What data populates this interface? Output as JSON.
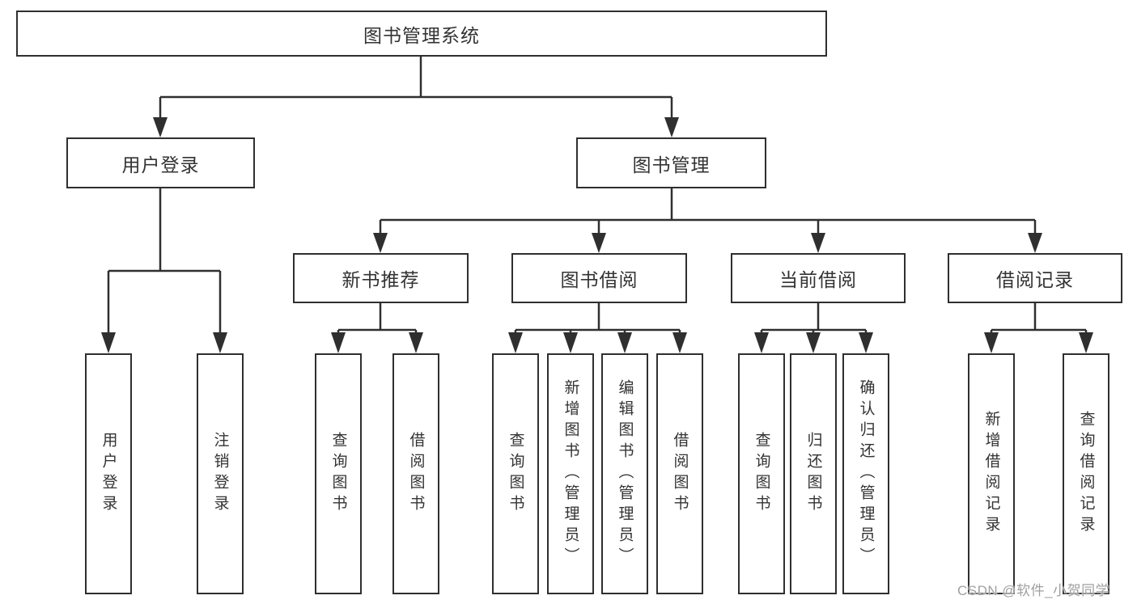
{
  "diagram": {
    "type": "hierarchy-tree",
    "root": {
      "label": "图书管理系统",
      "children": [
        {
          "label": "用户登录",
          "children": [
            {
              "label": "用户登录"
            },
            {
              "label": "注销登录"
            }
          ]
        },
        {
          "label": "图书管理",
          "children": [
            {
              "label": "新书推荐",
              "children": [
                {
                  "label": "查询图书"
                },
                {
                  "label": "借阅图书"
                }
              ]
            },
            {
              "label": "图书借阅",
              "children": [
                {
                  "label": "查询图书"
                },
                {
                  "label": "新增图书（管理员）"
                },
                {
                  "label": "编辑图书（管理员）"
                },
                {
                  "label": "借阅图书"
                }
              ]
            },
            {
              "label": "当前借阅",
              "children": [
                {
                  "label": "查询图书"
                },
                {
                  "label": "归还图书"
                },
                {
                  "label": "确认归还（管理员）"
                }
              ]
            },
            {
              "label": "借阅记录",
              "children": [
                {
                  "label": "新增借阅记录"
                },
                {
                  "label": "查询借阅记录"
                }
              ]
            }
          ]
        }
      ]
    }
  },
  "watermark": {
    "text": "CSDN @软件_小贺同学"
  },
  "colors": {
    "line": "#2f2f2f",
    "box_border": "#2f2f2f",
    "text": "#333333",
    "background": "#ffffff",
    "watermark": "#a0a0a0"
  }
}
